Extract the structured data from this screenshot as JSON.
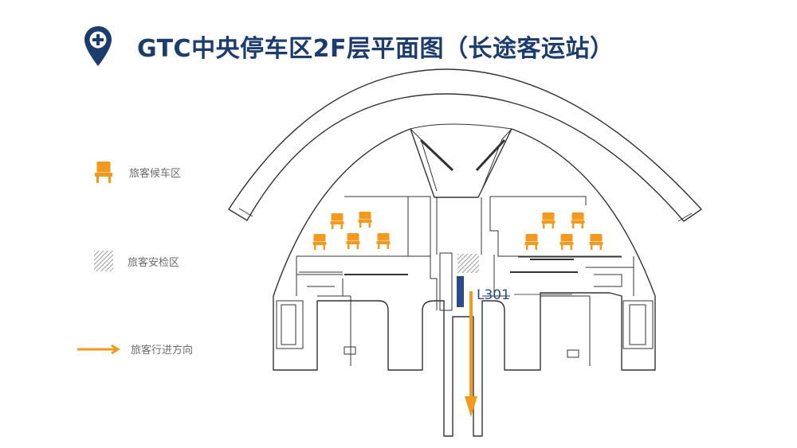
{
  "header": {
    "title": "GTC中央停车区2F层平面图（长途客运站）",
    "icon": "map-pin-plus-icon"
  },
  "legend": {
    "items": [
      {
        "icon": "seat-icon",
        "label": "旅客候车区"
      },
      {
        "icon": "hatched-area-icon",
        "label": "旅客安检区"
      },
      {
        "icon": "arrow-right-icon",
        "label": "旅客行进方向"
      }
    ]
  },
  "map": {
    "gate_label": "L301"
  },
  "colors": {
    "title": "#1d3c6e",
    "seat": "#f39a1e",
    "arrow": "#f39a1e",
    "gate": "#2b4a8a",
    "hatch": "#9a9a9a",
    "walls": "#333333"
  }
}
